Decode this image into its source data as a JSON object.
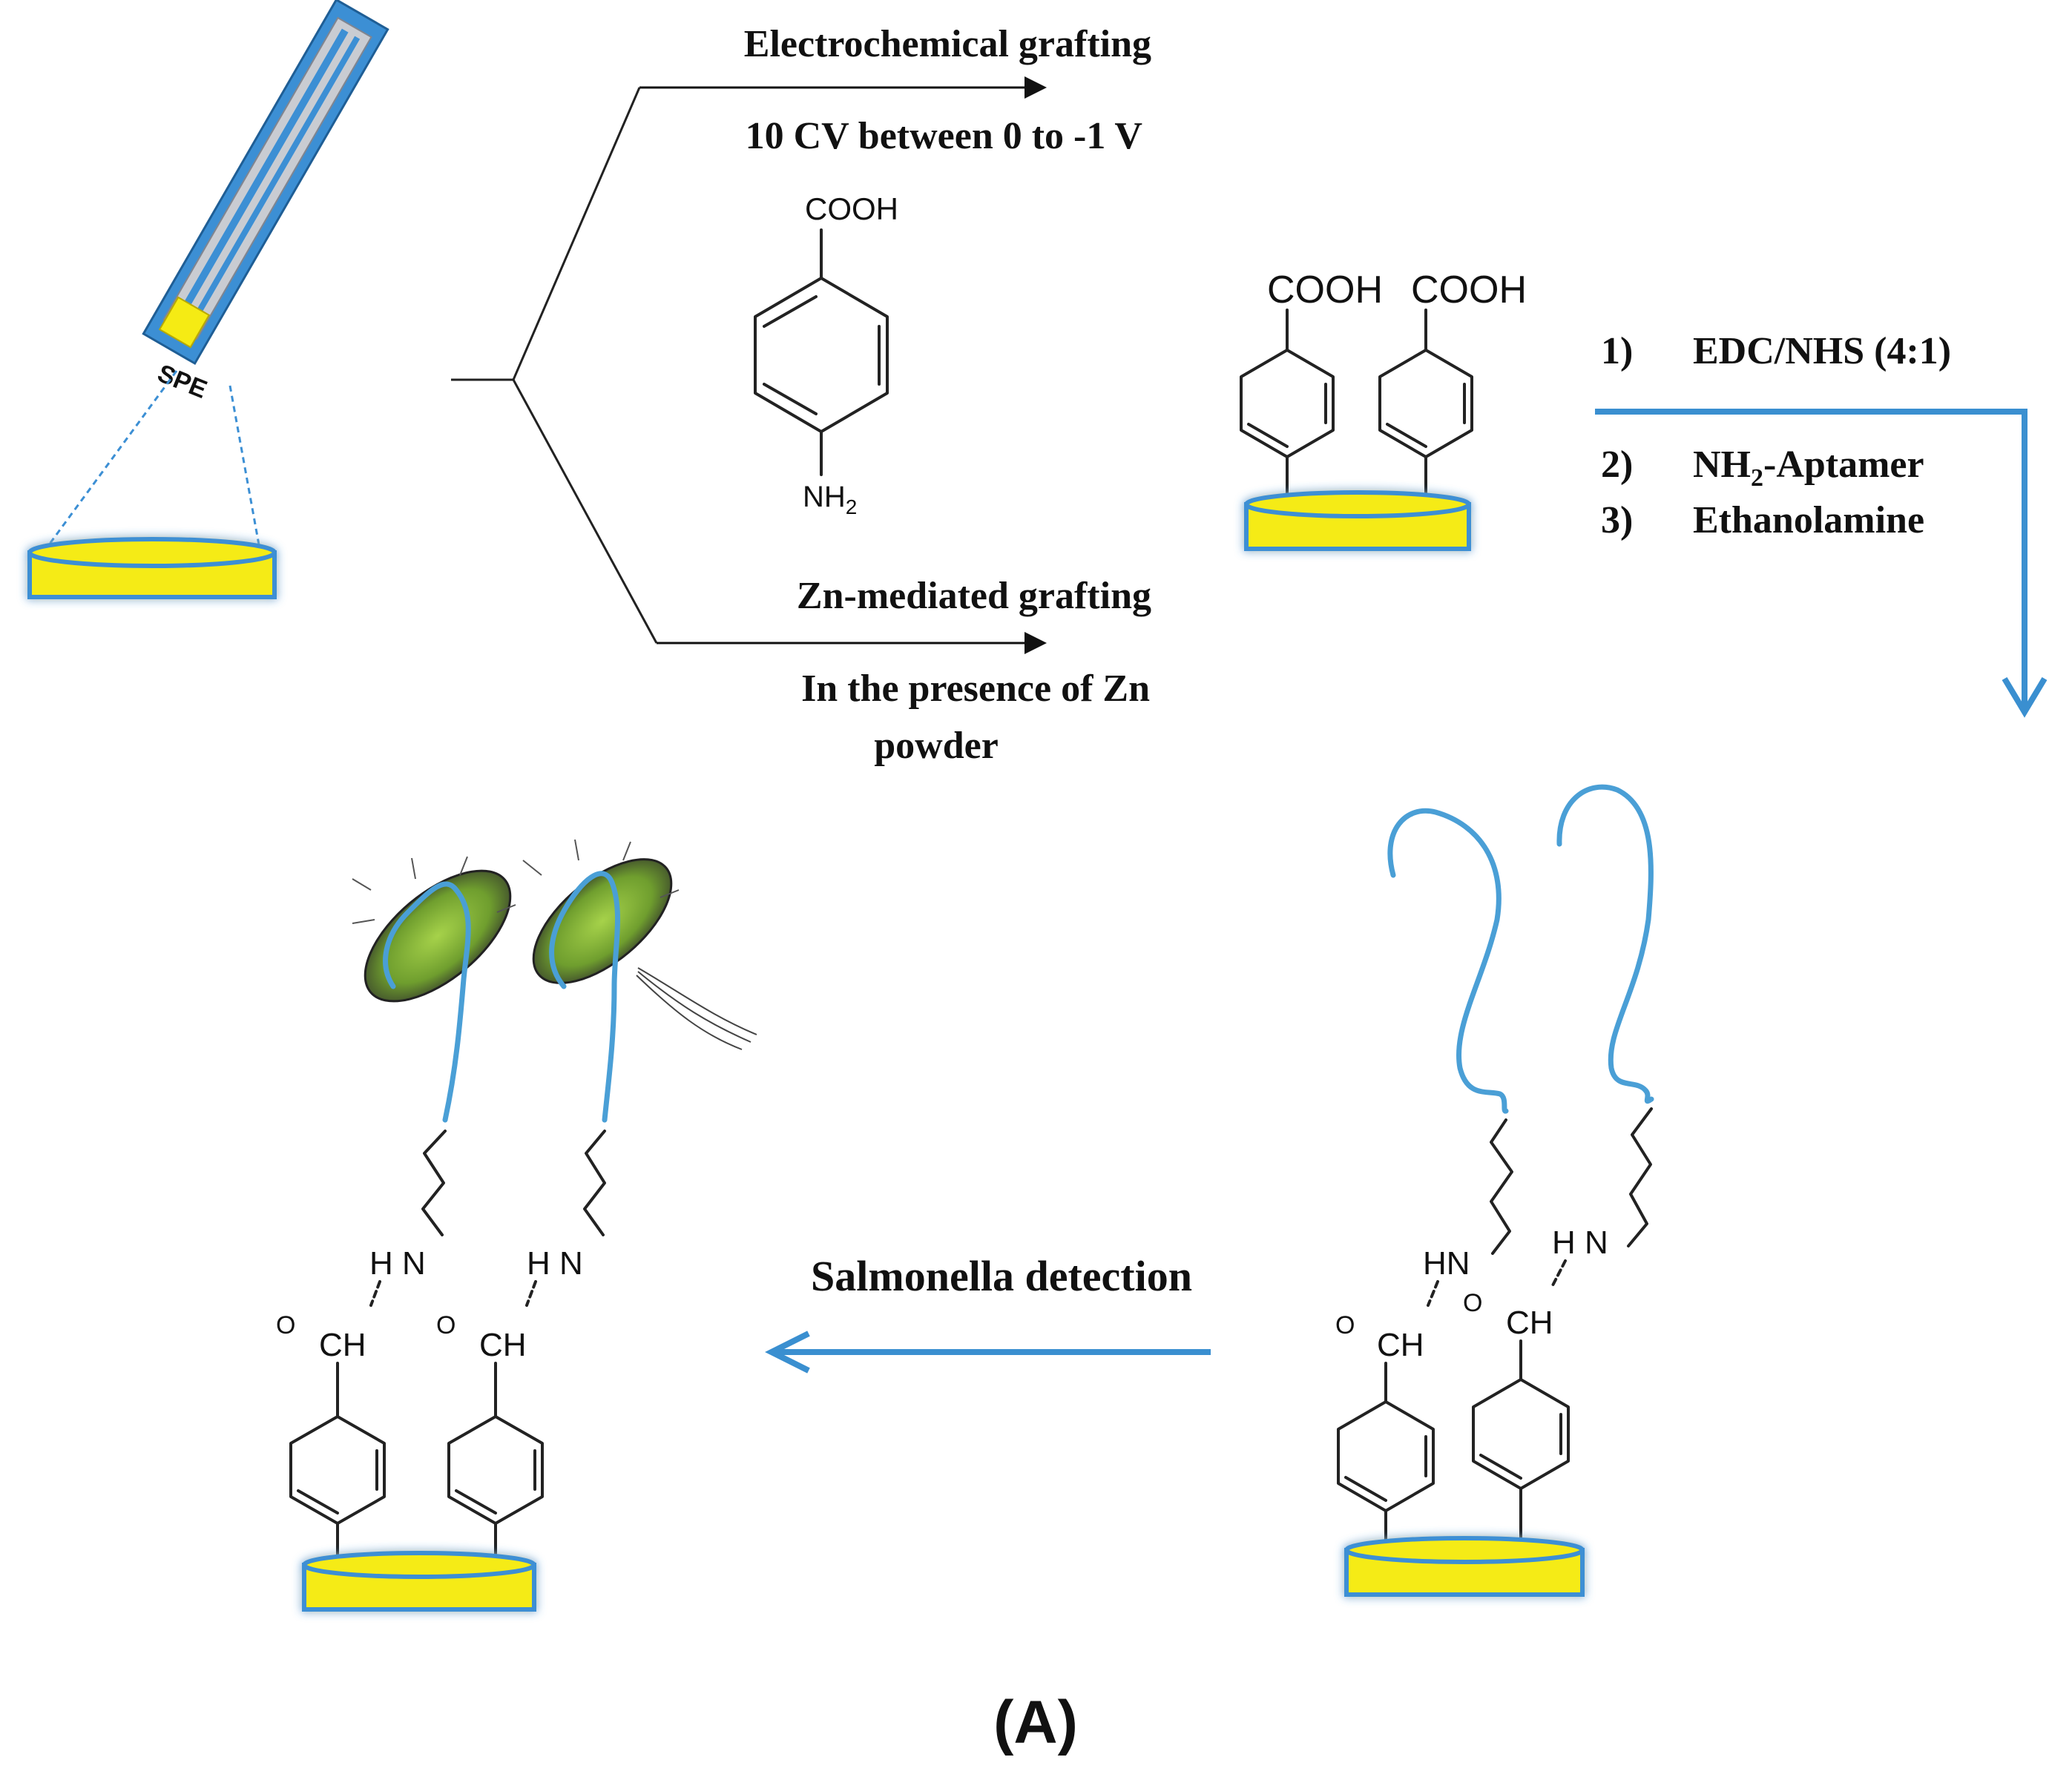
{
  "route_top": {
    "title": "Electrochemical grafting",
    "subtitle": "10 CV between  0 to -1 V"
  },
  "route_bottom": {
    "title": "Zn-mediated grafting",
    "subtitle_line1": "In the presence of Zn",
    "subtitle_line2": "powder"
  },
  "electrode_label": "SPE",
  "reagent": {
    "top_group": "COOH",
    "bottom_group": "NH",
    "bottom_subscript": "2"
  },
  "modified_surface": {
    "group_left": "COOH",
    "group_right": "COOH"
  },
  "steps": {
    "step1_num": "1)",
    "step1_text": "EDC/NHS (4:1)",
    "step2_num": "2)",
    "step2_text_a": "NH",
    "step2_sub": "2",
    "step2_text_b": "-Aptamer",
    "step3_num": "3)",
    "step3_text": "Ethanolamine"
  },
  "detection_label": "Salmonella detection",
  "amide": {
    "nh": "HN",
    "nh_alt": "H N",
    "carbonyl_o": "O",
    "carbonyl_ch": "CH"
  },
  "panel_label": "(A)",
  "colors": {
    "gold": "#f5eb14",
    "electrode_blue": "#3c8fd4",
    "aptamer": "#4a9fd6",
    "arrow": "#3a8fd0",
    "bacteria_green": "#7fb23a"
  }
}
